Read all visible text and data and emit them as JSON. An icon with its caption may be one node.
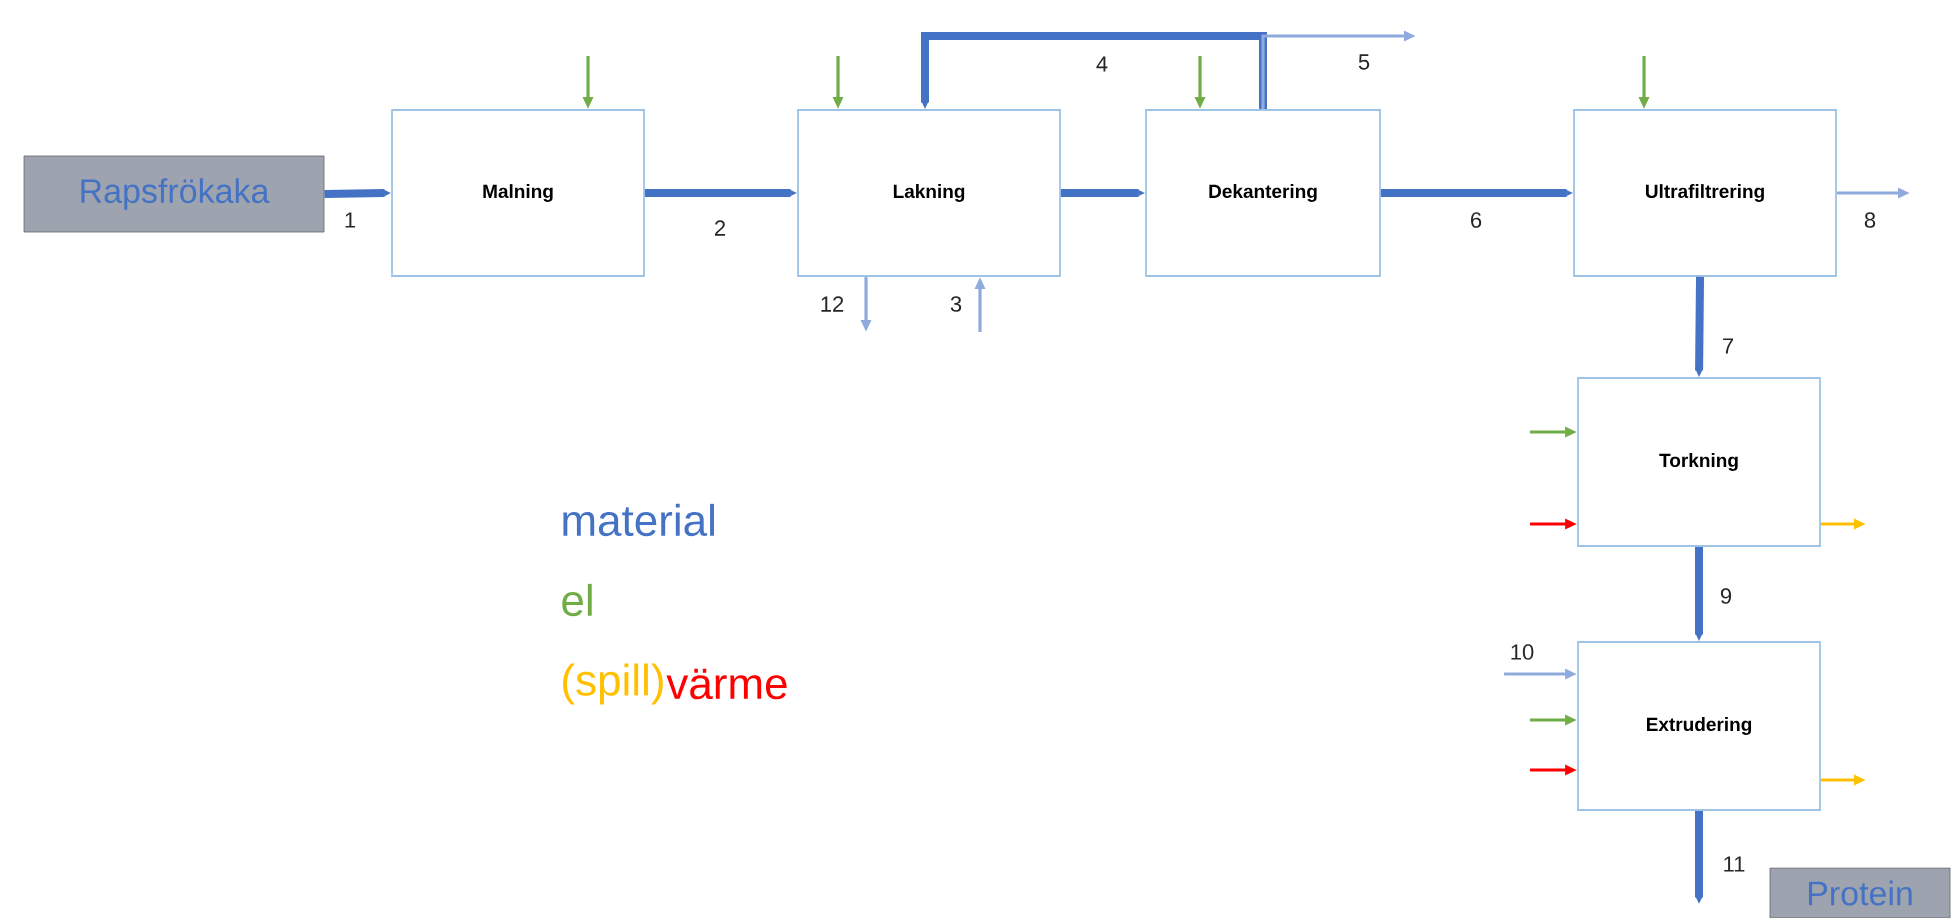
{
  "diagram": {
    "nodes": [
      {
        "text": [
          "Rapsfrökaka"
        ]
      },
      {
        "text": [
          "Malning"
        ]
      },
      {
        "text": [
          "Lakning"
        ]
      },
      {
        "text": [
          "Dekantering"
        ]
      },
      {
        "text": [
          "Ultrafiltrering"
        ]
      },
      {
        "text": [
          "Torkning"
        ]
      },
      {
        "text": [
          "Extrudering"
        ]
      },
      {
        "text": [
          "Protein"
        ]
      }
    ],
    "edges": [
      {
        "from": 0,
        "to": 1,
        "arrow": "to",
        "label": "1",
        "style": "thick"
      },
      {
        "from": 1,
        "to": 2,
        "arrow": "to",
        "label": "2",
        "style": "thick"
      },
      {
        "from": 2,
        "to": 3,
        "arrow": "to",
        "style": "thick"
      },
      {
        "from": 3,
        "to": 2,
        "arrow": "to",
        "label": "4",
        "style": "thick"
      },
      {
        "from": 3,
        "to": null,
        "arrow": "to",
        "label": "5",
        "color": "#8faadc"
      },
      {
        "from": 3,
        "to": 4,
        "arrow": "to",
        "label": "6",
        "style": "thick"
      },
      {
        "from": 4,
        "to": null,
        "arrow": "to",
        "label": "8",
        "color": "#8faadc"
      },
      {
        "from": 4,
        "to": 5,
        "arrow": "to",
        "label": "7",
        "style": "thick"
      },
      {
        "from": 5,
        "to": 6,
        "arrow": "to",
        "label": "9",
        "style": "thick"
      },
      {
        "from": 6,
        "to": null,
        "arrow": "to",
        "label": "11",
        "style": "thick"
      },
      {
        "from": null,
        "to": 6,
        "arrow": "to",
        "label": "10",
        "color": "#8faadc"
      },
      {
        "from": 2,
        "to": null,
        "arrow": "to",
        "label": "12",
        "color": "#8faadc"
      },
      {
        "from": null,
        "to": 2,
        "arrow": "to",
        "label": "3",
        "color": "#8faadc"
      },
      {
        "from": null,
        "to": 1,
        "arrow": "to",
        "color": "#70ad47"
      },
      {
        "from": null,
        "to": 2,
        "arrow": "to",
        "color": "#70ad47"
      },
      {
        "from": null,
        "to": 3,
        "arrow": "to",
        "color": "#70ad47"
      },
      {
        "from": null,
        "to": 4,
        "arrow": "to",
        "color": "#70ad47"
      },
      {
        "from": null,
        "to": 5,
        "arrow": "to",
        "color": "#70ad47"
      },
      {
        "from": null,
        "to": 6,
        "arrow": "to",
        "color": "#70ad47"
      },
      {
        "from": null,
        "to": 5,
        "arrow": "to",
        "color": "#ff0000"
      },
      {
        "from": null,
        "to": 6,
        "arrow": "to",
        "color": "#ff0000"
      },
      {
        "from": 5,
        "to": null,
        "arrow": "to",
        "color": "#ffc000"
      },
      {
        "from": 6,
        "to": null,
        "arrow": "to",
        "color": "#ffc000"
      }
    ],
    "legend": [
      {
        "text": "material",
        "color": "#4472c4"
      },
      {
        "text": "el",
        "color": "#70ad47"
      },
      {
        "text": "(spill)",
        "color": "#ffc000"
      },
      {
        "text": "värme",
        "color": "#ff0000"
      }
    ]
  }
}
